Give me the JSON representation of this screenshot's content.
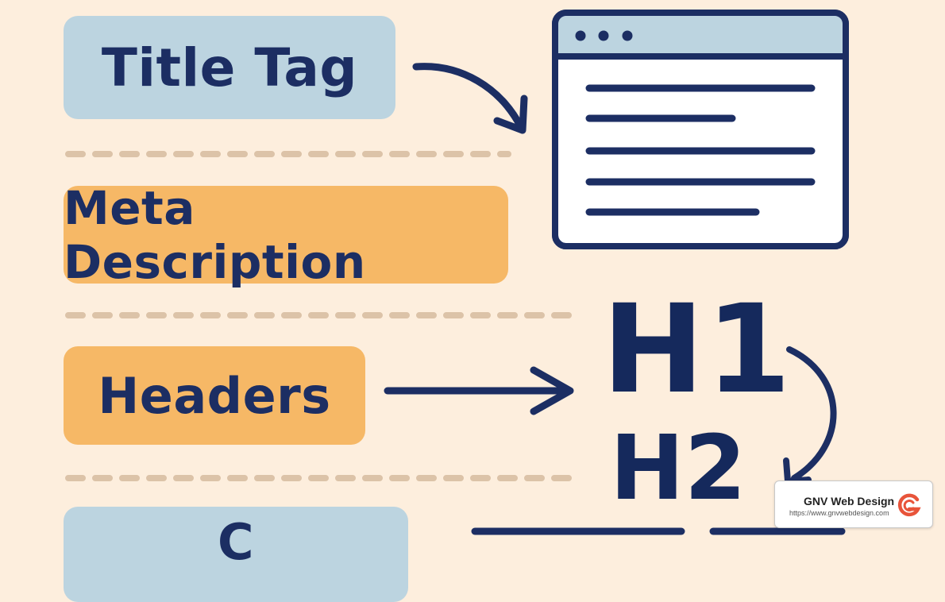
{
  "colors": {
    "background": "#fdeedd",
    "ink": "#1c2e63",
    "blue_pill": "#bcd4e0",
    "orange_pill": "#f6b866",
    "dash": "#dcc3a8",
    "brand_red": "#e8543a"
  },
  "labels": {
    "title_tag": "Title Tag",
    "meta_description": "Meta Description",
    "headers": "Headers",
    "next_partial": "C"
  },
  "headings": {
    "h1": "H1",
    "h2": "H2"
  },
  "illustration": {
    "browser_window_icon": "browser-window-icon",
    "arrow_icons": [
      "curved-arrow-icon",
      "straight-arrow-icon",
      "curved-return-arrow-icon"
    ]
  },
  "brand": {
    "name": "GNV Web Design",
    "url": "https://www.gnvwebdesign.com",
    "logo_icon": "g-logo-icon"
  }
}
